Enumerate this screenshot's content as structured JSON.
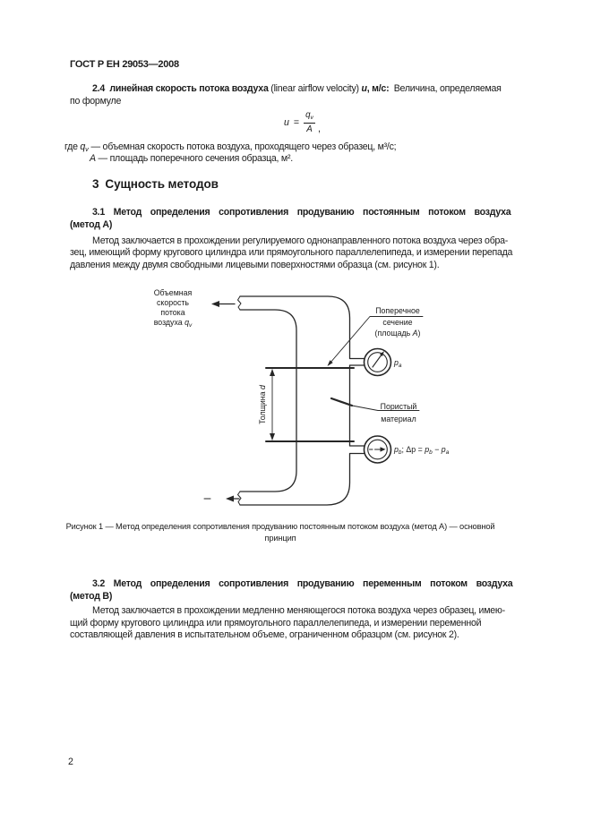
{
  "header": {
    "doc_code": "ГОСТ Р ЕН 29053—2008"
  },
  "sec24": {
    "num": "2.4  ",
    "term": "линейная скорость потока воздуха",
    "term_en": " (linear airflow velocity) ",
    "sym": "u",
    "unit": ", м/с:",
    "def1": "  Величина, определяемая",
    "def2": "по формуле"
  },
  "formula": {
    "lhs": "u",
    "eq": "=",
    "num_sym": "q",
    "num_sub": "v",
    "den": "A",
    "comma": ","
  },
  "where": {
    "lead": "где ",
    "sym1": "q",
    "sym1_sub": "v",
    "dash1": " — ",
    "text1": "объемная скорость потока воздуха, проходящего через образец, м³/с;",
    "sym2": "A",
    "dash2": " — ",
    "text2": "площадь поперечного сечения образца, м²."
  },
  "sec3": {
    "num": "3",
    "title": "Сущность методов"
  },
  "sec31": {
    "heading": "3.1 Метод определения сопротивления продуванию постоянным потоком воздуха",
    "heading2": "(метод А)",
    "body": [
      "Метод заключается в прохождении регулируемого однонаправленного потока воздуха через обра-",
      "зец, имеющий форму кругового цилиндра или прямоугольного параллелепипеда, и измерении перепада",
      "давления между двумя свободными лицевыми поверхностями образца (см. рисунок 1)."
    ]
  },
  "figure1": {
    "caption1": "Рисунок 1 — Метод определения сопротивления продуванию постоянным потоком воздуха (метод А) — основной",
    "caption2": "принцип",
    "labels": {
      "flow1": "Объемная",
      "flow2": "скорость",
      "flow3": "потока",
      "flow4": "воздуха ",
      "flow_sym": "q",
      "flow_sub": "v",
      "cs1": "Поперечное",
      "cs2": "сечение",
      "cs3a": "(площадь ",
      "cs3b": "A",
      "cs3c": ")",
      "thickness": "Толщина ",
      "thickness_sym": "d",
      "porous1": "Пористый",
      "porous2": "материал",
      "g1p": "p",
      "g1s": "a",
      "g2p": "p",
      "g2s": "b",
      "g2semi": "; ",
      "g2d": "Δp = ",
      "g2p2": "p",
      "g2s2": "b",
      "g2minus": " − ",
      "g2p3": "p",
      "g2s3": "a"
    }
  },
  "sec32": {
    "heading": "3.2 Метод определения сопротивления продуванию переменным потоком воздуха",
    "heading2": "(метод В)",
    "body": [
      "Метод заключается в прохождении медленно меняющегося потока воздуха через образец, имею-",
      "щий форму кругового цилиндра или прямоугольного параллелепипеда, и измерении переменной",
      "составляющей давления в испытательном объеме, ограниченном образцом (см. рисунок 2)."
    ]
  },
  "footer": {
    "page_number": "2"
  },
  "colors": {
    "text": "#1b1b1b",
    "line": "#262626"
  }
}
